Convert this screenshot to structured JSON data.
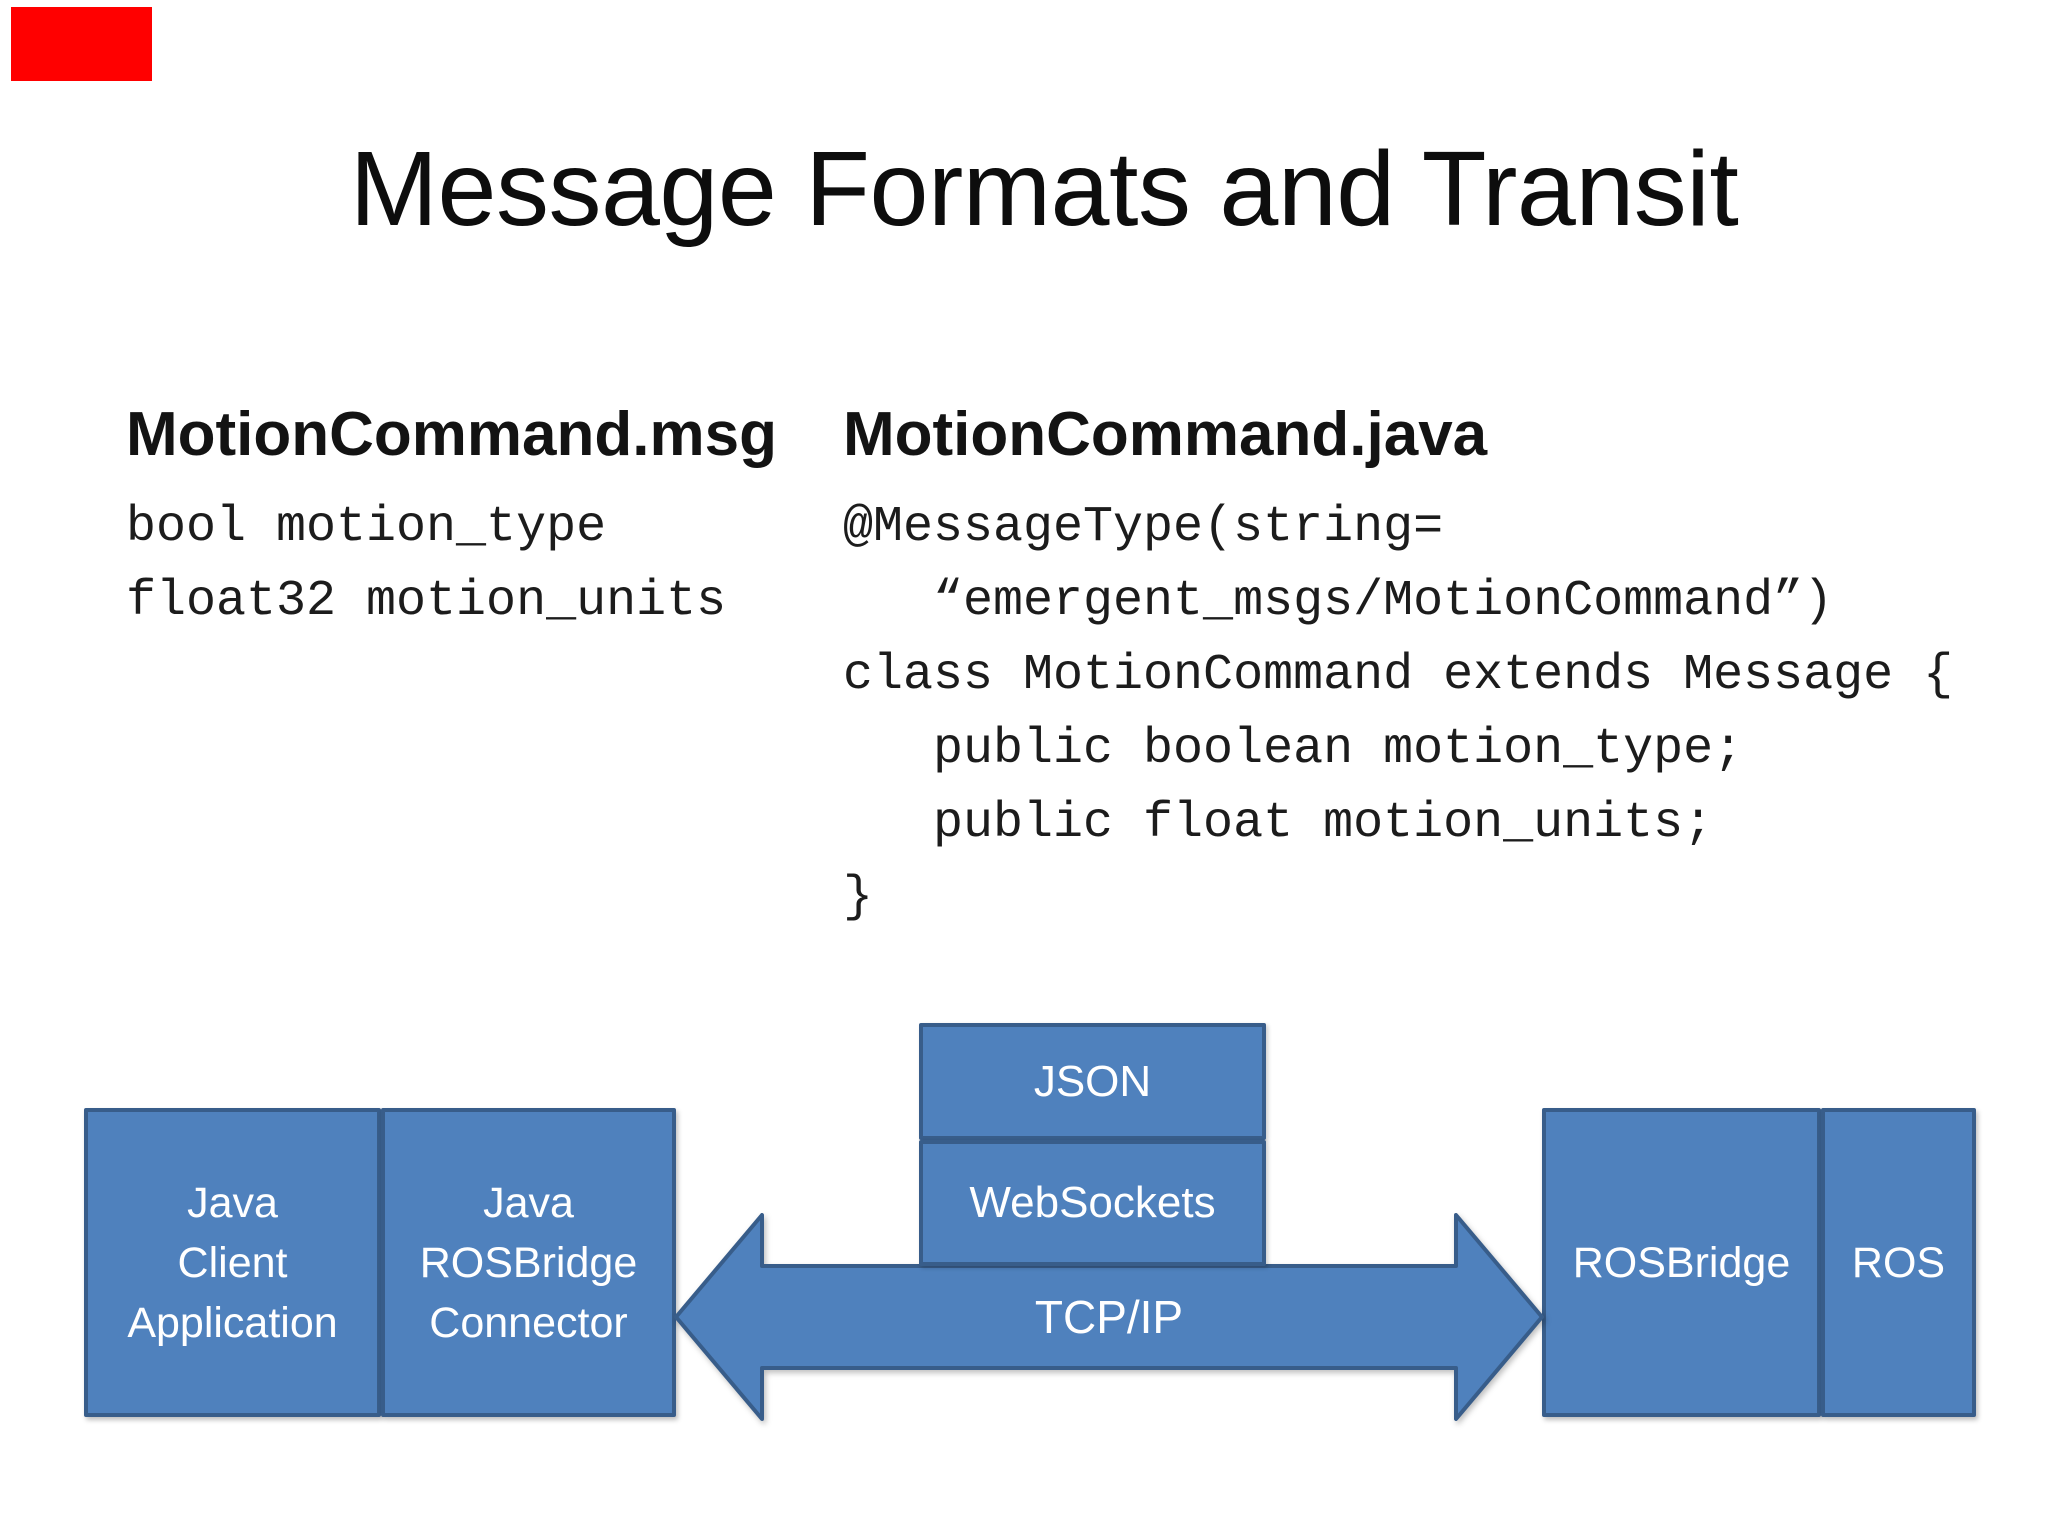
{
  "title": "Message Formats and Transit",
  "corner_marker": {
    "color": "#ff0000"
  },
  "msg_column": {
    "heading": "MotionCommand.msg",
    "code": "bool motion_type\nfloat32 motion_units"
  },
  "java_column": {
    "heading": "MotionCommand.java",
    "code": "@MessageType(string=\n   “emergent_msgs/MotionCommand”)\nclass MotionCommand extends Message {\n   public boolean motion_type;\n   public float motion_units;\n}"
  },
  "diagram": {
    "client_box": {
      "lines": [
        "Java",
        "Client",
        "Application"
      ]
    },
    "connector_box": {
      "lines": [
        "Java",
        "ROSBridge",
        "Connector"
      ]
    },
    "json_box_label": "JSON",
    "websockets_box_label": "WebSockets",
    "arrow_label": "TCP/IP",
    "rosbridge_box_label": "ROSBridge",
    "ros_box_label": "ROS",
    "colors": {
      "box_fill": "#4f81bd",
      "box_border": "#385d8a",
      "label_text": "#ffffff",
      "title_text": "#0d0d0d",
      "code_text": "#1c1c1c"
    }
  }
}
